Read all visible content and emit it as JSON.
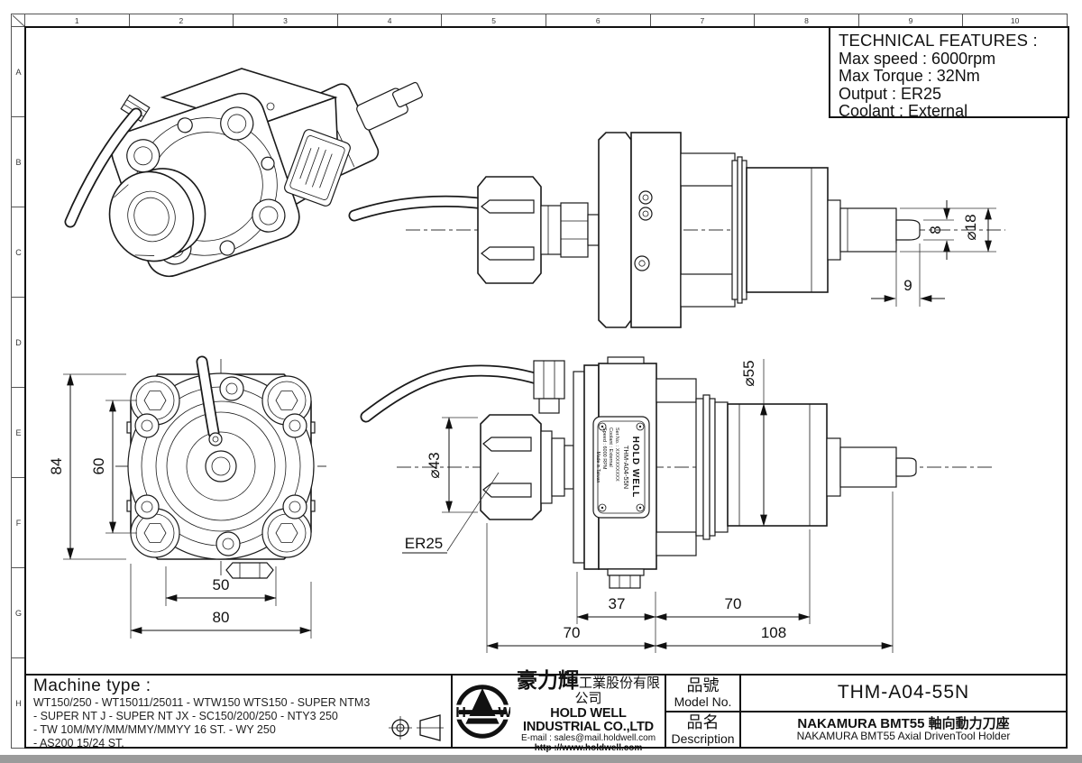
{
  "sheet": {
    "grid_columns": [
      "1",
      "2",
      "3",
      "4",
      "5",
      "6",
      "7",
      "8",
      "9",
      "10"
    ],
    "grid_rows": [
      "A",
      "B",
      "C",
      "D",
      "E",
      "F",
      "G",
      "H"
    ]
  },
  "technical_features": {
    "title": "TECHNICAL FEATURES :",
    "lines": [
      "Max speed : 6000rpm",
      "Max Torque : 32Nm",
      "Output : ER25",
      "Coolant : External"
    ]
  },
  "views": {
    "top_view_dims": {
      "tang_width": "8",
      "shaft_dia": "⌀18",
      "tang_length": "9"
    },
    "front_view_dims": {
      "flange_height": "84",
      "bolt_spacing": "60",
      "inner_width": "50",
      "flange_width": "80"
    },
    "side_view_dims": {
      "collet_dia": "⌀43",
      "collet_type": "ER25",
      "body_dia": "⌀55",
      "head_length": "37",
      "rear_length": "70",
      "front_length": "70",
      "body_length": "108"
    }
  },
  "nameplate": {
    "brand": "HOLD WELL",
    "model": "THM-A04-55N",
    "serial": "Ser.No. : XXXXXXXXXX",
    "coolant": "Coolant : External",
    "speed": "Speed : 6000 RPM",
    "origin": "Made in Taiwan"
  },
  "machine_type": {
    "title": "Machine type :",
    "lines": [
      "WT150/250 - WT15011/25011 - WTW150 WTS150 - SUPER NTM3",
      "- SUPER NT J - SUPER NT JX - SC150/200/250 - NTY3 250",
      "- TW 10M/MY/MM/MMY/MMYY 16 ST. - WY 250",
      "- AS200 15/24 ST."
    ]
  },
  "company": {
    "name_zh": "豪力輝",
    "name_zh_suffix": "工業股份有限公司",
    "name_en": "HOLD WELL INDUSTRIAL CO.,LTD",
    "email": "E-mail : sales@mail.holdwell.com",
    "web": "http ://www.holdwell.com"
  },
  "title_block": {
    "model_label_zh": "品號",
    "model_label_en": "Model No.",
    "model_value": "THM-A04-55N",
    "desc_label_zh": "品名",
    "desc_label_en": "Description",
    "desc_value_zh": "NAKAMURA BMT55 軸向動力刀座",
    "desc_value_en": "NAKAMURA BMT55 Axial DrivenTool Holder"
  }
}
